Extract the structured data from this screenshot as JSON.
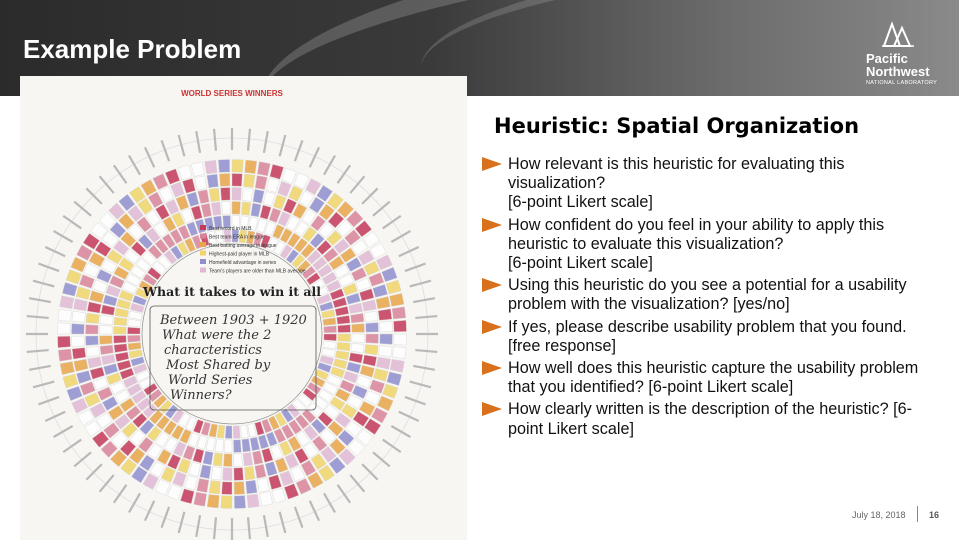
{
  "slide": {
    "title": "Example Problem",
    "logo": {
      "line1": "Pacific",
      "line2": "Northwest",
      "line3": "NATIONAL LABORATORY"
    },
    "heading": "Heuristic: Spatial Organization",
    "questions": [
      "How relevant is this heuristic for evaluating this visualization?\n[6-point Likert scale]",
      "How confident do you feel in your ability to apply this heuristic to evaluate this visualization?\n[6-point Likert scale]",
      "Using this heuristic do you see a potential for a usability problem with the visualization? [yes/no]",
      "If yes, please describe usability problem that you found. [free response]",
      "How well does this heuristic capture the usability problem that you identified? [6-point Likert scale]",
      "How clearly written is the description of the heuristic? [6-point Likert scale]"
    ],
    "date": "July 18, 2018",
    "page": "16"
  },
  "figure": {
    "arc_title": "WORLD SERIES WINNERS",
    "center_title": "What it takes to win it all",
    "handwriting": [
      "Between 1903 + 1920",
      "What were the 2",
      "characteristics",
      "Most Shared by",
      "World Series",
      "Winners?"
    ],
    "legend": [
      {
        "label": "Best record in MLB",
        "color": "#c43a5a"
      },
      {
        "label": "Best team ERA in league",
        "color": "#d9849a"
      },
      {
        "label": "Best batting average in league",
        "color": "#e8a64a"
      },
      {
        "label": "Highest-paid player in MLB",
        "color": "#f1d46a"
      },
      {
        "label": "Homefield advantage in series",
        "color": "#8f8fcf"
      },
      {
        "label": "Team's players are older than MLB average",
        "color": "#e0b8d4"
      }
    ],
    "colors": {
      "accent": "#d9711c",
      "arc_title": "#cc3333"
    }
  }
}
